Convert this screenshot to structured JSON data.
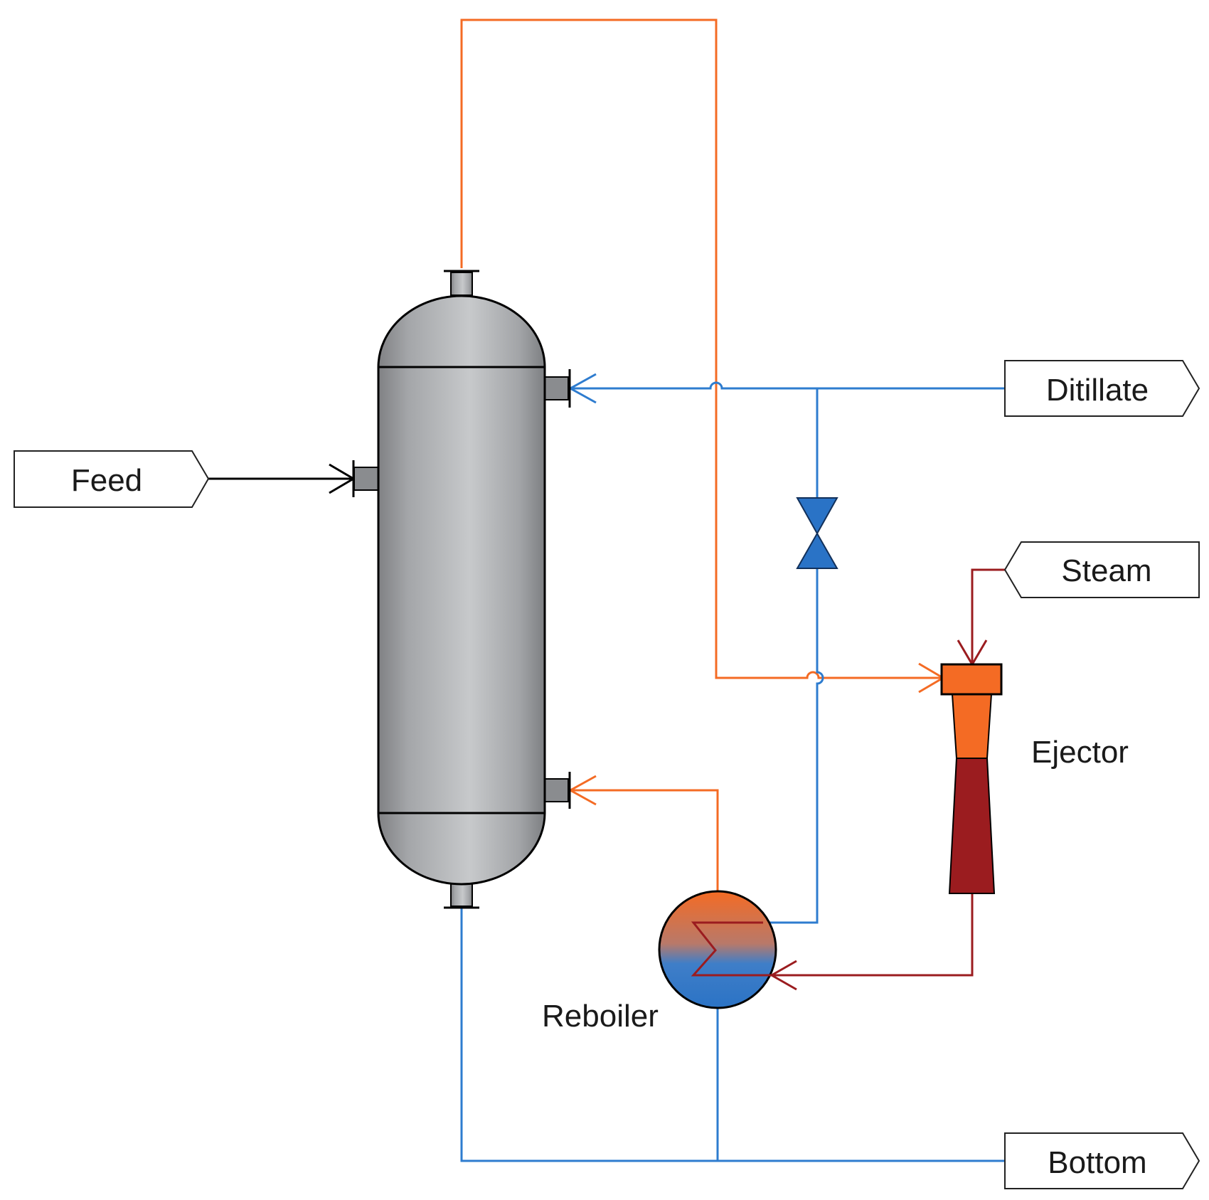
{
  "colors": {
    "blue": "#2e7ccf",
    "orange": "#f46b24",
    "darkred": "#9b1c1f",
    "black": "#000000",
    "vessel_fill": "#b9bbbe",
    "valve": "#2a73c6"
  },
  "streams": {
    "feed": "Feed",
    "distillate": "Ditillate",
    "steam": "Steam",
    "bottom": "Bottom"
  },
  "equipment": {
    "ejector": "Ejector",
    "reboiler": "Reboiler"
  }
}
